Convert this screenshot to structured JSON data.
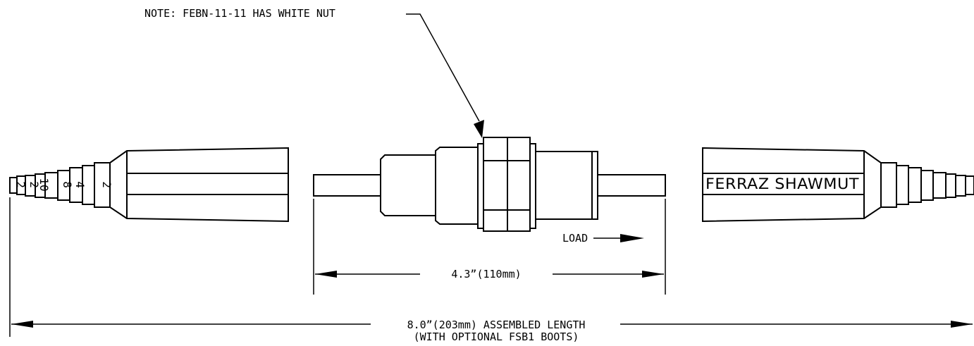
{
  "note": "NOTE: FEBN-11-11 HAS WHITE NUT",
  "load": "LOAD",
  "dim_holder": "4.3”(110mm)",
  "dim_total_line1": "8.0”(203mm) ASSEMBLED LENGTH",
  "dim_total_line2": "(WITH OPTIONAL FSB1 BOOTS)",
  "brand": "FERRAZ SHAWMUT",
  "step_labels": [
    "2",
    "4",
    "8",
    "10",
    "2",
    "2"
  ]
}
